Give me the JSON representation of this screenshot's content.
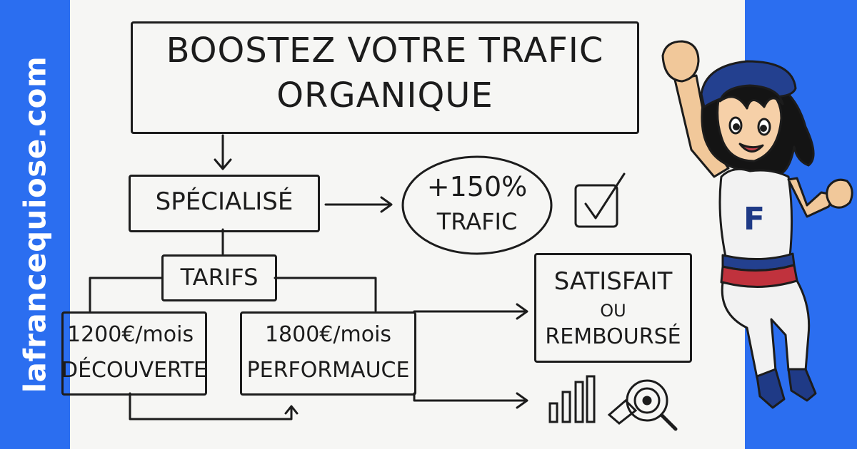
{
  "brand": {
    "site_name": "lafrancequiose.com",
    "accent": "#2b6ef0"
  },
  "title_box": {
    "line1": "BOOSTEZ VOTRE TRAFIC",
    "line2": "ORGANIQUE"
  },
  "specialise_box": {
    "label": "SPÉCIALISÉ"
  },
  "traffic_bubble": {
    "line1": "+150%",
    "line2": "TRAFIC"
  },
  "tarifs_box": {
    "label": "TARIFS"
  },
  "plan_decouverte": {
    "price": "1200€/mois",
    "name": "DÉCOUVERTE"
  },
  "plan_performance": {
    "price": "1800€/mois",
    "name": "PERFORMAUCE"
  },
  "guarantee_box": {
    "line1": "SATISFAIT",
    "line2": "OU",
    "line3": "REMBOURSÉ"
  },
  "icons": [
    "checkbox-check-icon",
    "bar-chart-icon",
    "magnifier-icon"
  ],
  "mascot": {
    "shirt_letter": "F"
  }
}
